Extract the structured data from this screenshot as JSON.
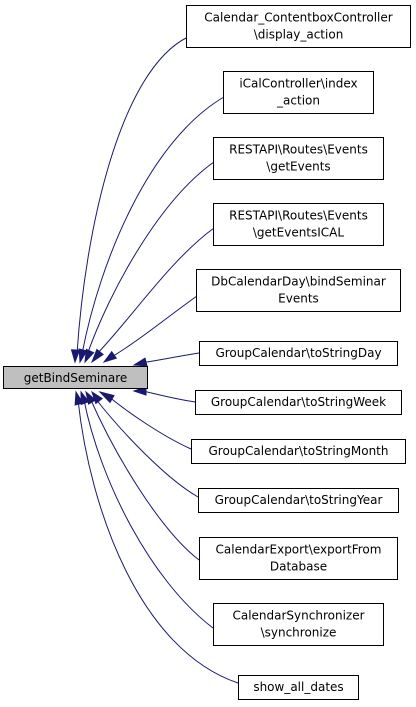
{
  "focus_node": {
    "label": "getBindSeminare"
  },
  "callers": [
    {
      "lines": [
        "Calendar_ContentboxController",
        "\\display_action"
      ]
    },
    {
      "lines": [
        "iCalController\\index",
        "_action"
      ]
    },
    {
      "lines": [
        "RESTAPI\\Routes\\Events",
        "\\getEvents"
      ]
    },
    {
      "lines": [
        "RESTAPI\\Routes\\Events",
        "\\getEventsICAL"
      ]
    },
    {
      "lines": [
        "DbCalendarDay\\bindSeminar",
        "Events"
      ]
    },
    {
      "lines": [
        "GroupCalendar\\toStringDay"
      ]
    },
    {
      "lines": [
        "GroupCalendar\\toStringWeek"
      ]
    },
    {
      "lines": [
        "GroupCalendar\\toStringMonth"
      ]
    },
    {
      "lines": [
        "GroupCalendar\\toStringYear"
      ]
    },
    {
      "lines": [
        "CalendarExport\\exportFrom",
        "Database"
      ]
    },
    {
      "lines": [
        "CalendarSynchronizer",
        "\\synchronize"
      ]
    },
    {
      "lines": [
        "show_all_dates"
      ]
    }
  ],
  "colors": {
    "edge": "#191970",
    "focus_fill": "#bfbfbf",
    "node_fill": "#ffffff",
    "border": "#000000"
  }
}
